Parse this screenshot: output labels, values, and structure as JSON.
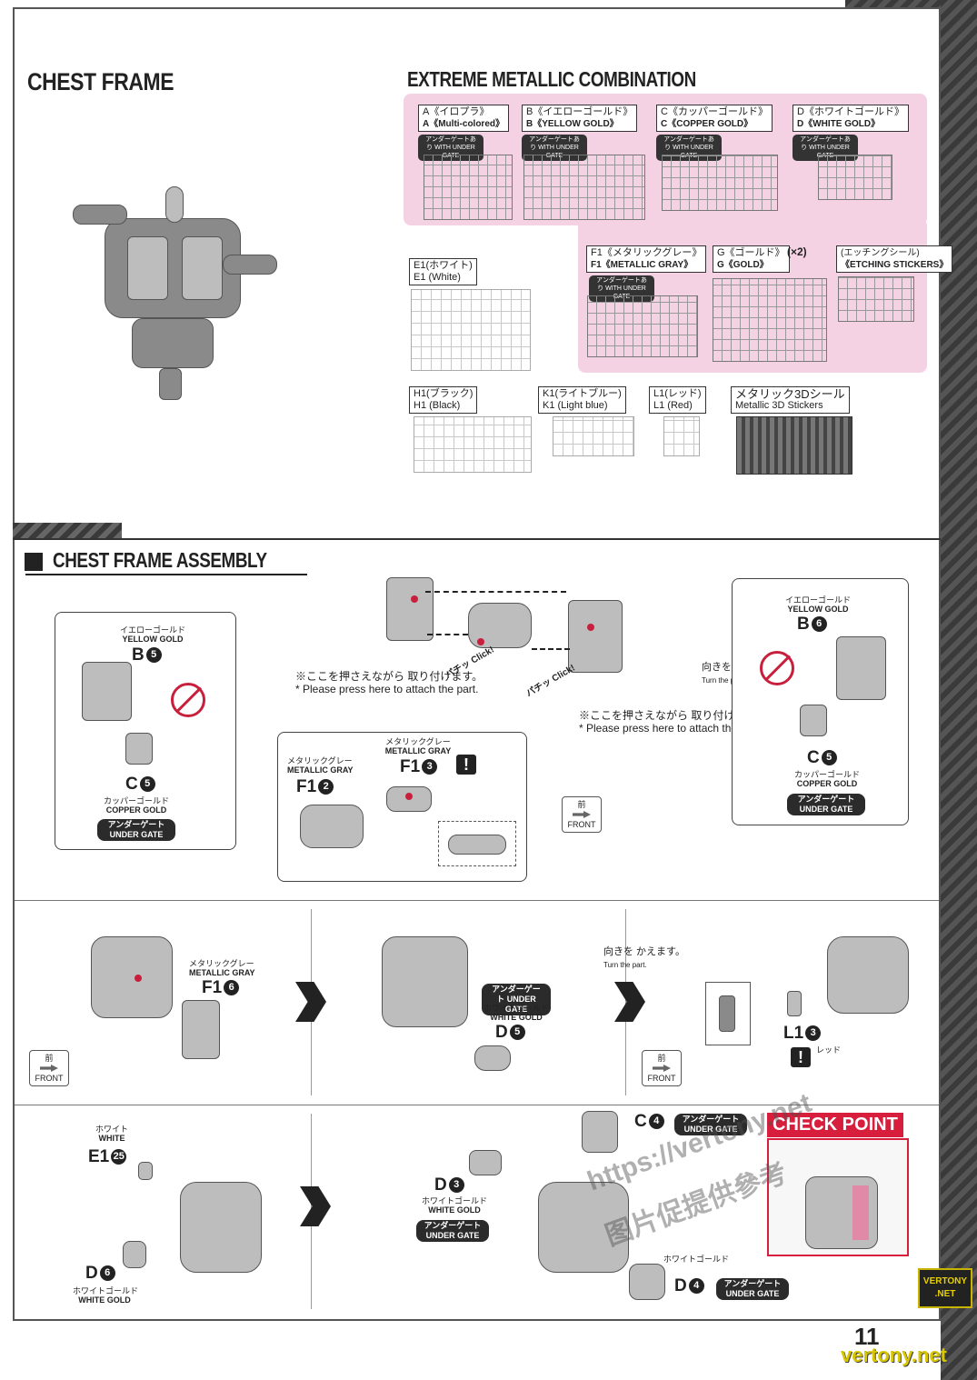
{
  "header": {
    "title": "CHEST FRAME",
    "combination_title": "EXTREME METALLIC COMBINATION"
  },
  "runners": {
    "A": {
      "jp": "A《イロプラ》",
      "en": "A《Multi-colored》",
      "gate": "アンダーゲートあり WITH UNDER GATE"
    },
    "B": {
      "jp": "B《イエローゴールド》",
      "en": "B《YELLOW GOLD》",
      "gate": "アンダーゲートあり WITH UNDER GATE"
    },
    "C": {
      "jp": "C《カッパーゴールド》",
      "en": "C《COPPER GOLD》",
      "gate": "アンダーゲートあり WITH UNDER GATE"
    },
    "D": {
      "jp": "D《ホワイトゴールド》",
      "en": "D《WHITE GOLD》",
      "gate": "アンダーゲートあり WITH UNDER GATE"
    },
    "E1": {
      "jp": "E1(ホワイト)",
      "en": "E1 (White)"
    },
    "F1": {
      "jp": "F1《メタリックグレー》",
      "en": "F1《METALLIC GRAY》",
      "gate": "アンダーゲートあり WITH UNDER GATE"
    },
    "G": {
      "jp": "G《ゴールド》",
      "en": "G《GOLD》",
      "count": "(×2)"
    },
    "etching": {
      "jp": "(エッチングシール)",
      "en": "《ETCHING STICKERS》"
    },
    "H1": {
      "jp": "H1(ブラック)",
      "en": "H1 (Black)"
    },
    "K1": {
      "jp": "K1(ライトブルー)",
      "en": "K1 (Light blue)"
    },
    "L1": {
      "jp": "L1(レッド)",
      "en": "L1 (Red)"
    },
    "metallic3d": {
      "jp": "メタリック3Dシール",
      "en": "Metallic 3D Stickers"
    }
  },
  "assembly": {
    "title": "CHEST FRAME ASSEMBLY",
    "left": {
      "color_jp": "イエローゴールド",
      "color_en": "YELLOW GOLD",
      "part": "B",
      "num": "5",
      "part2": "C",
      "num2": "5",
      "color2_jp": "カッパーゴールド",
      "color2_en": "COPPER GOLD",
      "gate": "アンダーゲート UNDER GATE"
    },
    "press_note_jp": "※ここを押さえながら 取り付けます。",
    "press_note_en": "* Please press here to attach the part.",
    "click": "パチッ Click!",
    "center": {
      "f1_jp": "メタリックグレー",
      "f1_en": "METALLIC GRAY",
      "f1_part": "F1",
      "f1_num": "2",
      "f3_jp": "メタリックグレー",
      "f3_en": "METALLIC GRAY",
      "f3_part": "F1",
      "f3_num": "3"
    },
    "turn_jp": "向きを かえます。",
    "turn_en": "Turn the part.",
    "front_jp": "前",
    "front_en": "FRONT",
    "right": {
      "color_jp": "イエローゴールド",
      "color_en": "YELLOW GOLD",
      "part": "B",
      "num": "6",
      "part2": "C",
      "num2": "5",
      "color2_jp": "カッパーゴールド",
      "color2_en": "COPPER GOLD",
      "gate": "アンダーゲート UNDER GATE"
    }
  },
  "step2": {
    "f16_jp": "メタリックグレー",
    "f16_en": "METALLIC GRAY",
    "f16_part": "F1",
    "f16_num": "6",
    "d5_gate": "アンダーゲート UNDER GATE",
    "d5_jp": "ホワイトゴールド",
    "d5_en": "WHITE GOLD",
    "d5_part": "D",
    "d5_num": "5",
    "l13_part": "L1",
    "l13_num": "3",
    "l13_jp": "レッド"
  },
  "step3": {
    "e1_jp": "ホワイト",
    "e1_en": "WHITE",
    "e1_part": "E1",
    "e1_num": "25",
    "d6_part": "D",
    "d6_num": "6",
    "d6_jp": "ホワイトゴールド",
    "d6_en": "WHITE GOLD",
    "d3_part": "D",
    "d3_num": "3",
    "d3_jp": "ホワイトゴールド",
    "d3_en": "WHITE GOLD",
    "d3_gate": "アンダーゲート UNDER GATE",
    "c4_part": "C",
    "c4_num": "4",
    "c4_gate": "アンダーゲート UNDER GATE",
    "d4_part": "D",
    "d4_num": "4",
    "d4_jp": "ホワイトゴールド",
    "d4_gate": "アンダーゲート UNDER GATE",
    "checkpoint": "CHECK POINT"
  },
  "footer": {
    "page": "11",
    "logo": "VERTONY .NET",
    "site": "vertony.net",
    "watermark1": "https://vertony.net",
    "watermark2": "图片促提供參考"
  }
}
